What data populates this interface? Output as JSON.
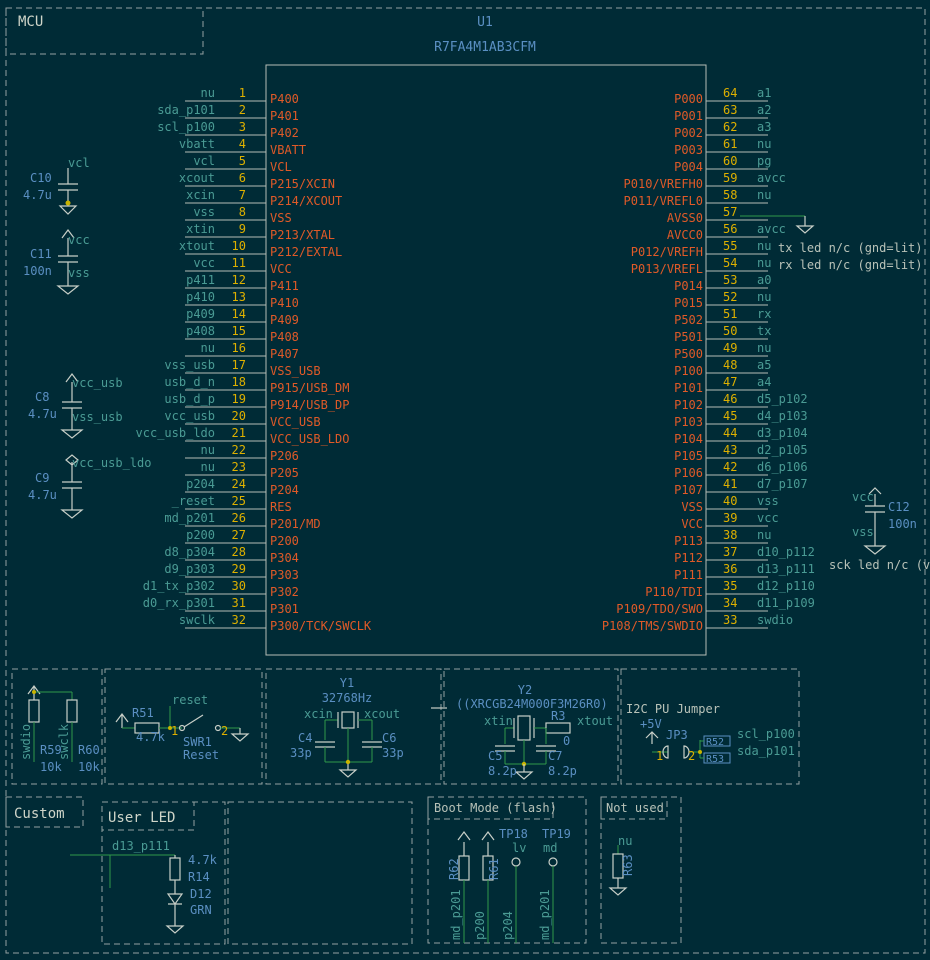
{
  "sheet": {
    "main_frame": "MCU",
    "custom_frame": "Custom",
    "user_led_frame": "User LED",
    "boot_frame": "Boot Mode (flash)",
    "notused_frame": "Not used"
  },
  "mcu": {
    "ref": "U1",
    "value": "R7FA4M1AB3CFM",
    "left_pins": [
      {
        "num": "1",
        "name": "P400",
        "net": "nu"
      },
      {
        "num": "2",
        "name": "P401",
        "net": "sda_p101"
      },
      {
        "num": "3",
        "name": "P402",
        "net": "scl_p100"
      },
      {
        "num": "4",
        "name": "VBATT",
        "net": "vbatt"
      },
      {
        "num": "5",
        "name": "VCL",
        "net": "vcl"
      },
      {
        "num": "6",
        "name": "P215/XCIN",
        "net": "xcout"
      },
      {
        "num": "7",
        "name": "P214/XCOUT",
        "net": "xcin"
      },
      {
        "num": "8",
        "name": "VSS",
        "net": "vss"
      },
      {
        "num": "9",
        "name": "P213/XTAL",
        "net": "xtin"
      },
      {
        "num": "10",
        "name": "P212/EXTAL",
        "net": "xtout"
      },
      {
        "num": "11",
        "name": "VCC",
        "net": "vcc"
      },
      {
        "num": "12",
        "name": "P411",
        "net": "p411"
      },
      {
        "num": "13",
        "name": "P410",
        "net": "p410"
      },
      {
        "num": "14",
        "name": "P409",
        "net": "p409"
      },
      {
        "num": "15",
        "name": "P408",
        "net": "p408"
      },
      {
        "num": "16",
        "name": "P407",
        "net": "nu"
      },
      {
        "num": "17",
        "name": "VSS_USB",
        "net": "vss_usb"
      },
      {
        "num": "18",
        "name": "P915/USB_DM",
        "net": "usb_d_n"
      },
      {
        "num": "19",
        "name": "P914/USB_DP",
        "net": "usb_d_p"
      },
      {
        "num": "20",
        "name": "VCC_USB",
        "net": "vcc_usb"
      },
      {
        "num": "21",
        "name": "VCC_USB_LDO",
        "net": "vcc_usb_ldo"
      },
      {
        "num": "22",
        "name": "P206",
        "net": "nu"
      },
      {
        "num": "23",
        "name": "P205",
        "net": "nu"
      },
      {
        "num": "24",
        "name": "P204",
        "net": "p204"
      },
      {
        "num": "25",
        "name": "RES",
        "net": "_reset"
      },
      {
        "num": "26",
        "name": "P201/MD",
        "net": "md_p201"
      },
      {
        "num": "27",
        "name": "P200",
        "net": "p200"
      },
      {
        "num": "28",
        "name": "P304",
        "net": "d8_p304"
      },
      {
        "num": "29",
        "name": "P303",
        "net": "d9_p303"
      },
      {
        "num": "30",
        "name": "P302",
        "net": "d1_tx_p302"
      },
      {
        "num": "31",
        "name": "P301",
        "net": "d0_rx_p301"
      },
      {
        "num": "32",
        "name": "P300/TCK/SWCLK",
        "net": "swclk"
      }
    ],
    "right_pins": [
      {
        "num": "64",
        "name": "P000",
        "net": "a1"
      },
      {
        "num": "63",
        "name": "P001",
        "net": "a2"
      },
      {
        "num": "62",
        "name": "P002",
        "net": "a3"
      },
      {
        "num": "61",
        "name": "P003",
        "net": "nu"
      },
      {
        "num": "60",
        "name": "P004",
        "net": "pg"
      },
      {
        "num": "59",
        "name": "P010/VREFH0",
        "net": "avcc"
      },
      {
        "num": "58",
        "name": "P011/VREFL0",
        "net": "nu"
      },
      {
        "num": "57",
        "name": "AVSS0",
        "net": ""
      },
      {
        "num": "56",
        "name": "AVCC0",
        "net": "avcc"
      },
      {
        "num": "55",
        "name": "P012/VREFH",
        "net": "nu"
      },
      {
        "num": "54",
        "name": "P013/VREFL",
        "net": "nu"
      },
      {
        "num": "53",
        "name": "P014",
        "net": "a0"
      },
      {
        "num": "52",
        "name": "P015",
        "net": "nu"
      },
      {
        "num": "51",
        "name": "P502",
        "net": "rx"
      },
      {
        "num": "50",
        "name": "P501",
        "net": "tx"
      },
      {
        "num": "49",
        "name": "P500",
        "net": "nu"
      },
      {
        "num": "48",
        "name": "P100",
        "net": "a5"
      },
      {
        "num": "47",
        "name": "P101",
        "net": "a4"
      },
      {
        "num": "46",
        "name": "P102",
        "net": "d5_p102"
      },
      {
        "num": "45",
        "name": "P103",
        "net": "d4_p103"
      },
      {
        "num": "44",
        "name": "P104",
        "net": "d3_p104"
      },
      {
        "num": "43",
        "name": "P105",
        "net": "d2_p105"
      },
      {
        "num": "42",
        "name": "P106",
        "net": "d6_p106"
      },
      {
        "num": "41",
        "name": "P107",
        "net": "d7_p107"
      },
      {
        "num": "40",
        "name": "VSS",
        "net": "vss"
      },
      {
        "num": "39",
        "name": "VCC",
        "net": "vcc"
      },
      {
        "num": "38",
        "name": "P113",
        "net": "nu"
      },
      {
        "num": "37",
        "name": "P112",
        "net": "d10_p112"
      },
      {
        "num": "36",
        "name": "P111",
        "net": "d13_p111"
      },
      {
        "num": "35",
        "name": "P110/TDI",
        "net": "d12_p110"
      },
      {
        "num": "34",
        "name": "P109/TDO/SWO",
        "net": "d11_p109"
      },
      {
        "num": "33",
        "name": "P108/TMS/SWDIO",
        "net": "swdio"
      }
    ]
  },
  "notes": {
    "tx_led": "tx led n/c (gnd=lit)",
    "rx_led": "rx led n/c (gnd=lit)",
    "sck_led": "sck led n/c (vc"
  },
  "caps": {
    "c10": {
      "ref": "C10",
      "value": "4.7u",
      "top": "vcl"
    },
    "c11": {
      "ref": "C11",
      "value": "100n",
      "top": "vcc",
      "bottom": "vss"
    },
    "c8": {
      "ref": "C8",
      "value": "4.7u",
      "top": "vcc_usb",
      "bottom": "vss_usb"
    },
    "c9": {
      "ref": "C9",
      "value": "4.7u",
      "top": "vcc_usb_ldo"
    },
    "c12": {
      "ref": "C12",
      "value": "100n",
      "top": "vcc",
      "bottom": "vss"
    }
  },
  "swd": {
    "r59_ref": "R59",
    "r59_val": "10k",
    "r60_ref": "R60",
    "r60_val": "10k",
    "net1": "swdio",
    "net2": "swclk"
  },
  "reset": {
    "r_ref": "R51",
    "r_val": "4.7k",
    "net": "reset",
    "sw_ref": "SWR1",
    "sw_val": "Reset",
    "pin1": "1",
    "pin2": "2"
  },
  "y1": {
    "ref": "Y1",
    "freq": "32768Hz",
    "net_in": "xcin",
    "net_out": "xcout",
    "c4_ref": "C4",
    "c4_val": "33p",
    "c6_ref": "C6",
    "c6_val": "33p"
  },
  "y2": {
    "ref": "Y2",
    "part": "((XRCGB24M000F3M26R0)",
    "net_in": "xtin",
    "net_out": "xtout",
    "r3_ref": "R3",
    "r3_val": "0",
    "c5_ref": "C5",
    "c5_val": "8.2p",
    "c7_ref": "C7",
    "c7_val": "8.2p"
  },
  "i2c": {
    "title": "I2C PU Jumper",
    "power": "+5V",
    "ref": "JP3",
    "pin1": "1",
    "pin2": "2",
    "r52": "R52",
    "r53": "R53",
    "net1": "scl_p100",
    "net2": "sda_p101"
  },
  "led": {
    "net": "d13_p111",
    "r_val": "4.7k",
    "r_ref": "R14",
    "d_ref": "D12",
    "d_val": "GRN"
  },
  "boot": {
    "r62": "R62",
    "r61": "R61",
    "tp18": "TP18",
    "tp18_net": "lv",
    "tp19": "TP19",
    "tp19_net": "md",
    "net_md": "md_p201",
    "net_p200": "p200",
    "net_p204": "p204",
    "net_md2": "md_p201"
  },
  "notused": {
    "net": "nu",
    "ref": "R63"
  }
}
